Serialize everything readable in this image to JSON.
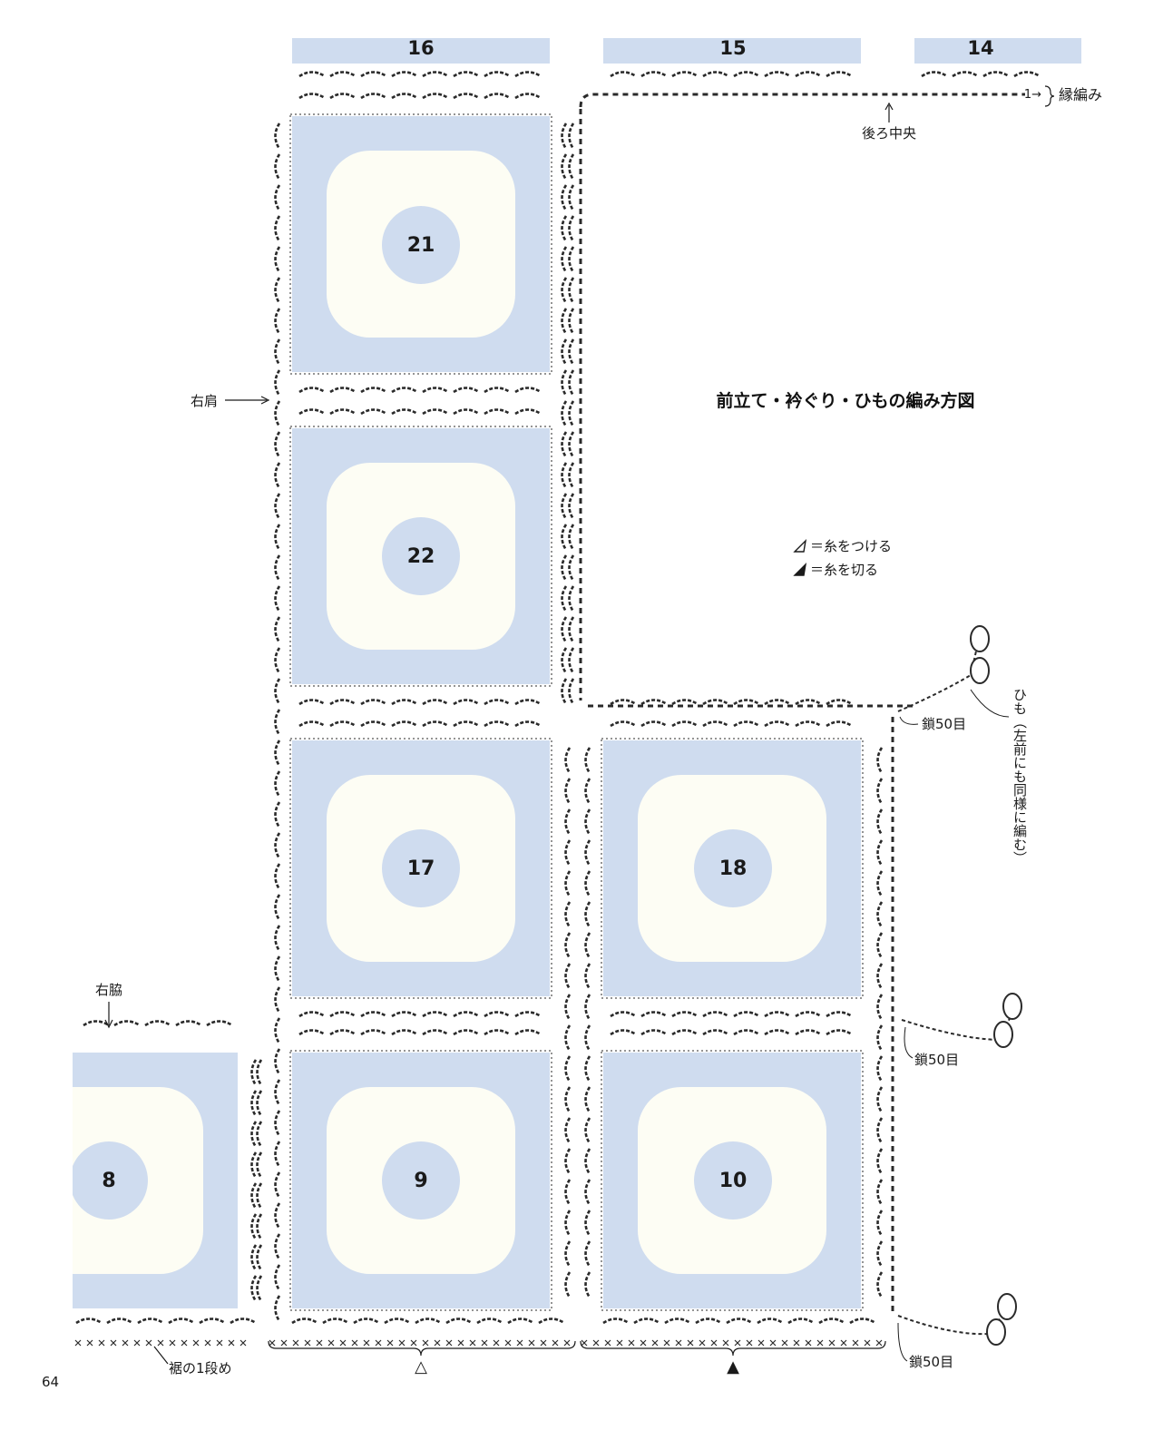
{
  "page": {
    "number": "64"
  },
  "diagram": {
    "title": "前立て・衿ぐり・ひもの編み方図",
    "legend": [
      {
        "symbol": "open-triangle-icon",
        "text": "＝糸をつける"
      },
      {
        "symbol": "filled-triangle-icon",
        "text": "＝糸を切る"
      }
    ],
    "labels": {
      "edging": "縁編み",
      "edging_round": "1→",
      "back_center": "後ろ中央",
      "right_shoulder": "右肩",
      "right_side": "右脇",
      "hem_row": "裾の1段め",
      "tie_note": "ひも（左前にも同様に編む）",
      "chain_a": "鎖50目",
      "chain_b": "鎖50目",
      "chain_c": "鎖50目",
      "bottom_left_mark": "△",
      "bottom_right_mark": "▲"
    },
    "motifs": [
      {
        "id": "m16",
        "number": "16"
      },
      {
        "id": "m15",
        "number": "15"
      },
      {
        "id": "m14",
        "number": "14"
      },
      {
        "id": "m21",
        "number": "21"
      },
      {
        "id": "m22",
        "number": "22"
      },
      {
        "id": "m17",
        "number": "17"
      },
      {
        "id": "m18",
        "number": "18"
      },
      {
        "id": "m8",
        "number": "8"
      },
      {
        "id": "m9",
        "number": "9"
      },
      {
        "id": "m10",
        "number": "10"
      }
    ],
    "colors": {
      "motif_fill": "#cfdcef",
      "motif_center": "#fdfdf4",
      "stitch": "#2a2a2a",
      "border": "#3a3a3a"
    }
  }
}
